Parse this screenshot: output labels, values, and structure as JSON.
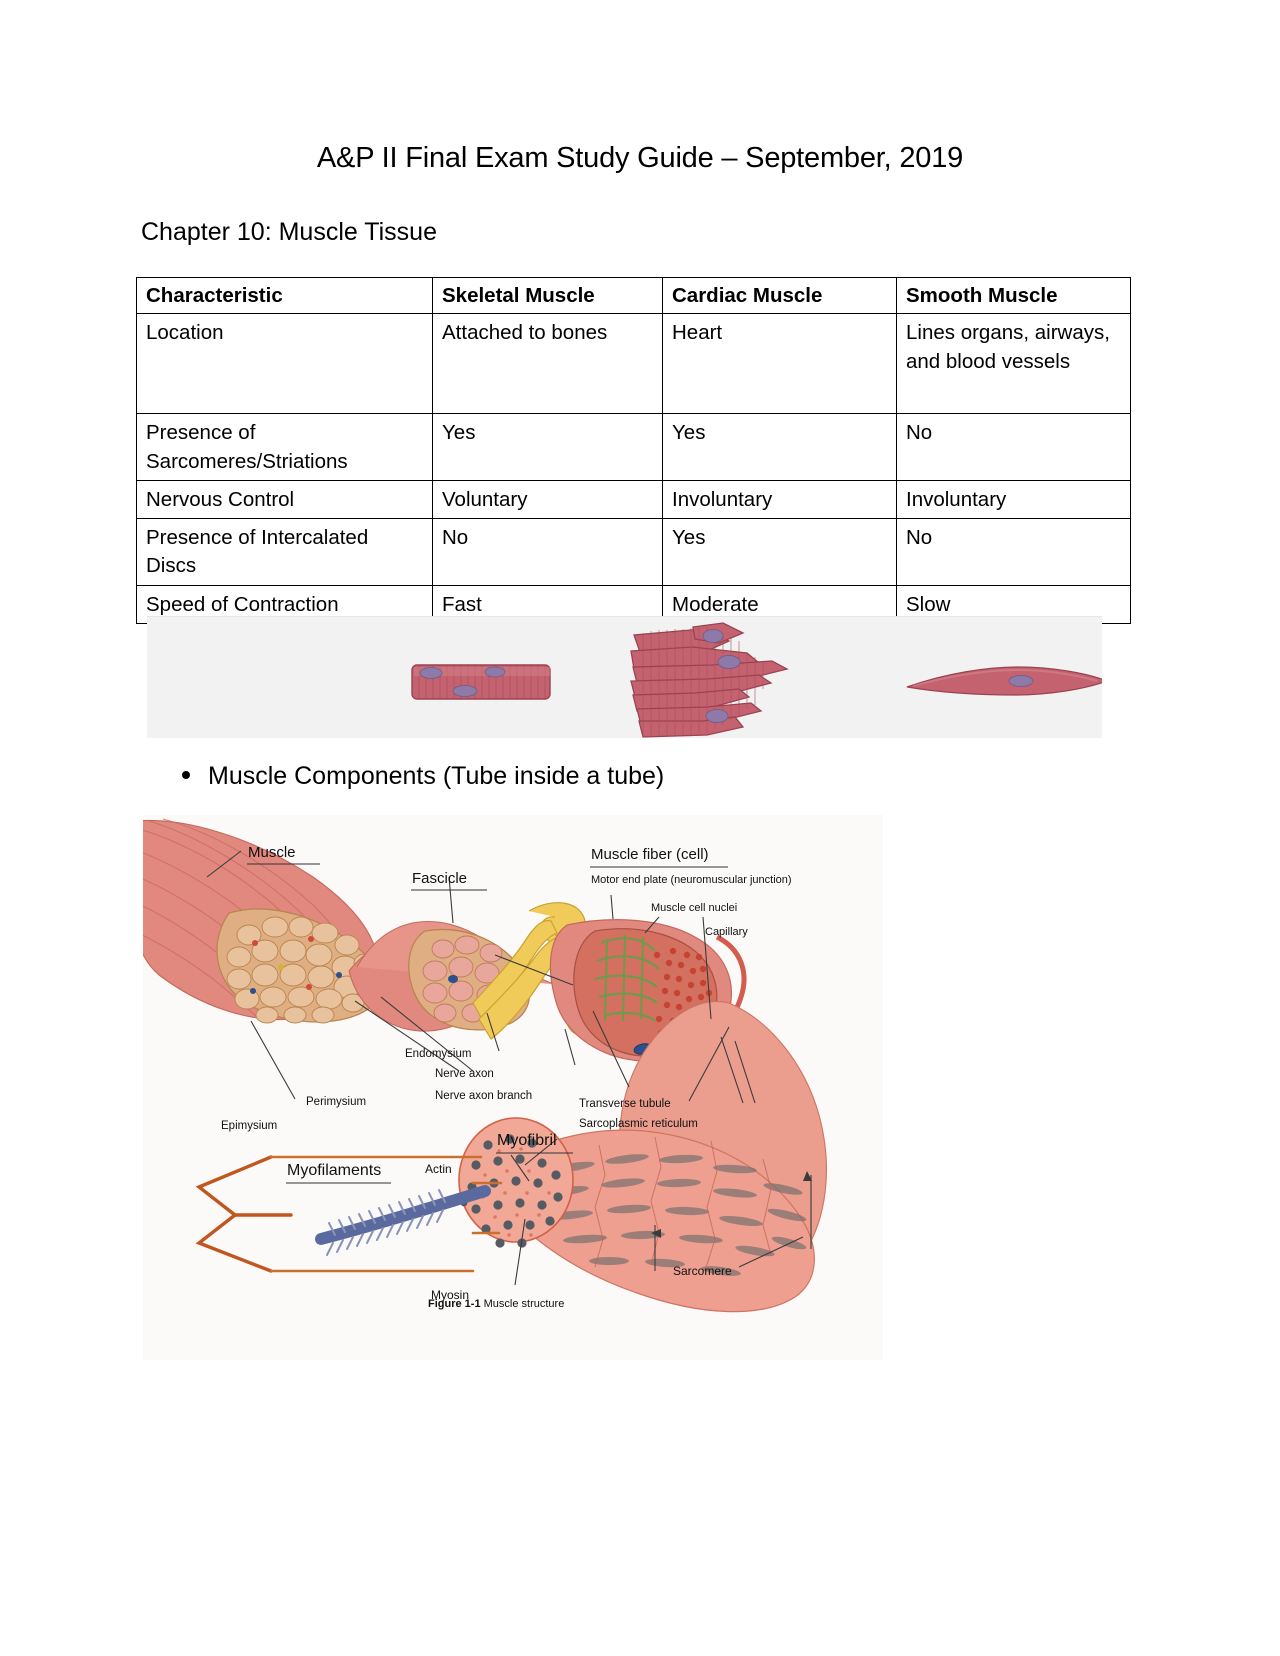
{
  "document": {
    "title": "A&P II Final Exam Study Guide – September, 2019",
    "chapter_heading": "Chapter 10: Muscle Tissue"
  },
  "table": {
    "headers": [
      "Characteristic",
      "Skeletal Muscle",
      "Cardiac Muscle",
      "Smooth Muscle"
    ],
    "rows": [
      [
        "Location",
        "Attached to bones",
        "Heart",
        "Lines organs, airways, and blood vessels"
      ],
      [
        "Presence of Sarcomeres/Striations",
        "Yes",
        "Yes",
        "No"
      ],
      [
        "Nervous Control",
        "Voluntary",
        "Involuntary",
        "Involuntary"
      ],
      [
        "Presence of Intercalated Discs",
        "No",
        "Yes",
        "No"
      ],
      [
        "Speed of Contraction",
        "Fast",
        "Moderate",
        "Slow"
      ]
    ]
  },
  "tissue_strip": {
    "background": "#f2f2f2",
    "cells": [
      {
        "name": "skeletal-muscle-cell",
        "fill": "#c4636f",
        "stroke": "#9d4450"
      },
      {
        "name": "cardiac-muscle-cell",
        "fill": "#c4636f",
        "stroke": "#9d4450"
      },
      {
        "name": "smooth-muscle-cell",
        "fill": "#c4636f",
        "stroke": "#9d4450"
      }
    ],
    "nucleus_color": "#8d7aa8"
  },
  "bullet": {
    "text": "Muscle Components (Tube inside a tube)"
  },
  "figure": {
    "background": "#fbfaf8",
    "caption_bold": "Figure 1-1",
    "caption_rest": "Muscle structure",
    "labels": {
      "muscle": "Muscle",
      "fascicle": "Fascicle",
      "muscle_fiber": "Muscle fiber (cell)",
      "motor_end_plate": "Motor end plate (neuromuscular junction)",
      "muscle_cell_nuclei": "Muscle cell nuclei",
      "capillary": "Capillary",
      "endomysium": "Endomysium",
      "nerve_axon": "Nerve axon",
      "nerve_axon_branch": "Nerve axon branch",
      "perimysium": "Perimysium",
      "epimysium": "Epimysium",
      "transverse_tubule": "Transverse tubule",
      "sarcoplasmic_reticulum": "Sarcoplasmic reticulum",
      "myofibril": "Myofibril",
      "myofilaments": "Myofilaments",
      "actin": "Actin",
      "myosin": "Myosin",
      "sarcomere": "Sarcomere"
    },
    "colors": {
      "muscle_red": "#e1897f",
      "muscle_red_dark": "#c96a5e",
      "fascicle_tan": "#dfae82",
      "nerve_yellow": "#f0cb5a",
      "capillary_red": "#cf4a3c",
      "sr_green": "#7fa65a",
      "actin_orange": "#c2561f",
      "myosin_blue": "#5b6a9e",
      "leader_line": "#3b3b3b"
    }
  }
}
